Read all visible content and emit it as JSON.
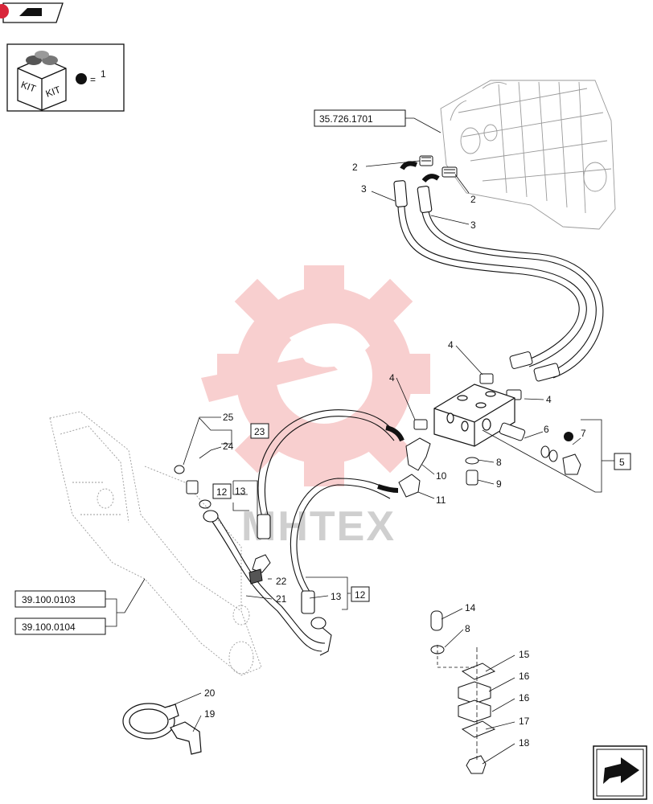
{
  "header": {
    "nav_icon": "back-arrow-icon"
  },
  "kit_box": {
    "kit_label_1": "KIT",
    "kit_label_2": "KIT",
    "equals": "=",
    "count": "1"
  },
  "watermark": {
    "text": "MHTEX"
  },
  "references": {
    "valve_ref": "35.726.1701",
    "boom_ref_1": "39.100.0103",
    "boom_ref_2": "39.100.0104"
  },
  "boxed_labels": {
    "b23": "23",
    "b12a": "12",
    "b12b": "12",
    "b5": "5"
  },
  "callouts": {
    "c2a": "2",
    "c2b": "2",
    "c3a": "3",
    "c3b": "3",
    "c4a": "4",
    "c4b": "4",
    "c4c": "4",
    "c6": "6",
    "c7": "7",
    "c8a": "8",
    "c9": "9",
    "c10": "10",
    "c11": "11",
    "c13a": "13",
    "c13b": "13",
    "c14": "14",
    "c8b": "8",
    "c15": "15",
    "c16a": "16",
    "c16b": "16",
    "c17": "17",
    "c18": "18",
    "c19": "19",
    "c20": "20",
    "c21": "21",
    "c22": "22",
    "c24": "24",
    "c25": "25"
  },
  "footer": {
    "nav_icon": "forward-arrow-icon"
  },
  "colors": {
    "watermark": "#f3a9a9",
    "line": "#111111",
    "ghost": "#9a9a9a"
  }
}
